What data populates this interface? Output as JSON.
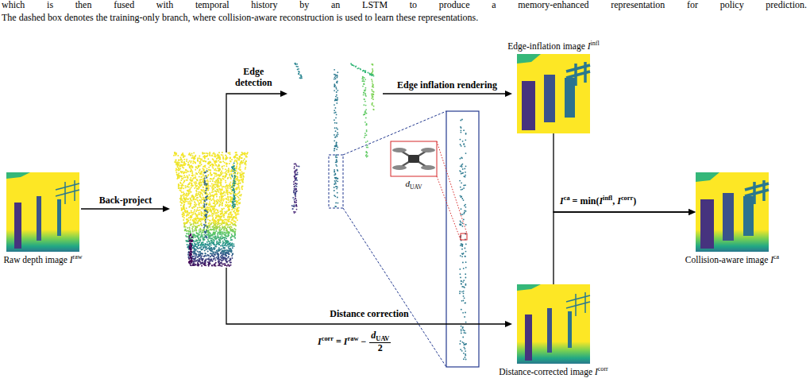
{
  "diagram": {
    "nodes": [
      {
        "text": [
          "Raw depth image Iraw"
        ]
      },
      {
        "text": [
          "Edge-inflation image Iinfl"
        ]
      },
      {
        "text": [
          "Distance-corrected image Icorr"
        ]
      },
      {
        "text": [
          "Collision-aware image Ica"
        ]
      }
    ],
    "edges": [
      {
        "from": 1,
        "to": 3,
        "arrow": "to",
        "label": "Ica = min(Iinfl, Icorr)"
      },
      {
        "from": 2,
        "to": 3,
        "arrow": "to"
      }
    ],
    "labels": [
      "which is then fused with temporal history by an LSTM to produce a memory-enhanced representation for policy prediction.",
      "The dashed box denotes the training-only branch, where collision-aware reconstruction is used to learn these representations.",
      "Back-project",
      "Edge detection",
      "Edge inflation rendering",
      "Distance correction",
      "Icorr = Iraw −",
      "dUAV",
      "2",
      "dUAV"
    ]
  }
}
